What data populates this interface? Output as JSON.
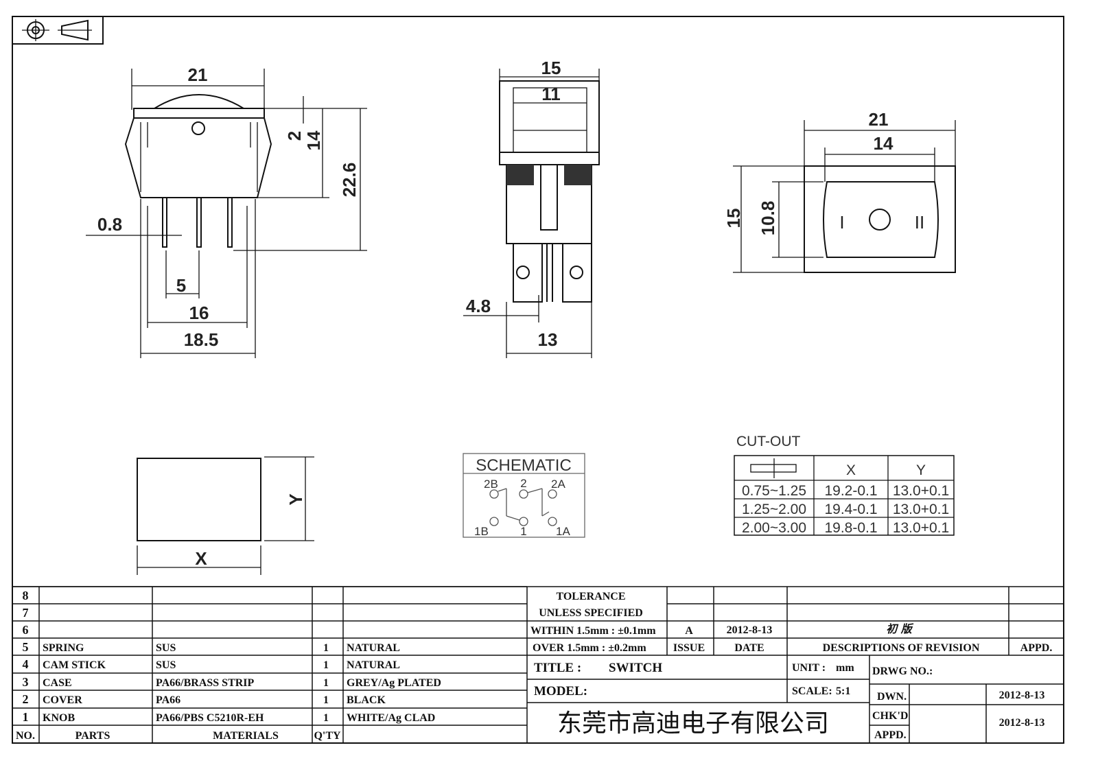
{
  "views": {
    "front": {
      "width_top": "21",
      "height_2": "2",
      "height_14": "14",
      "height_total": "22.6",
      "pin_thickness": "0.8",
      "pin_pitch": "5",
      "pin_span": "16",
      "base_width": "18.5"
    },
    "side": {
      "width_15": "15",
      "width_11": "11",
      "terminal_4_8": "4.8",
      "base_13": "13"
    },
    "top": {
      "width_21": "21",
      "width_14": "14",
      "height_15": "15",
      "height_10_8": "10.8",
      "symbol_off": "I",
      "symbol_on": "II"
    },
    "cutout_shape": {
      "x_label": "X",
      "y_label": "Y"
    }
  },
  "schematic": {
    "title": "SCHEMATIC",
    "terminals": [
      "2B",
      "2",
      "2A",
      "1B",
      "1",
      "1A"
    ]
  },
  "cutout": {
    "title": "CUT-OUT",
    "headers": [
      "X",
      "Y"
    ],
    "rows": [
      [
        "0.75~1.25",
        "19.2-0.1",
        "13.0+0.1"
      ],
      [
        "1.25~2.00",
        "19.4-0.1",
        "13.0+0.1"
      ],
      [
        "2.00~3.00",
        "19.8-0.1",
        "13.0+0.1"
      ]
    ]
  },
  "parts": {
    "headers": {
      "no": "NO.",
      "parts": "PARTS",
      "materials": "MATERIALS",
      "qty": "Q'TY"
    },
    "rows": [
      {
        "no": "8",
        "part": "",
        "material": "",
        "qty": "",
        "finish": ""
      },
      {
        "no": "7",
        "part": "",
        "material": "",
        "qty": "",
        "finish": ""
      },
      {
        "no": "6",
        "part": "",
        "material": "",
        "qty": "",
        "finish": ""
      },
      {
        "no": "5",
        "part": "SPRING",
        "material": "SUS",
        "qty": "1",
        "finish": "NATURAL"
      },
      {
        "no": "4",
        "part": "CAM STICK",
        "material": "SUS",
        "qty": "1",
        "finish": "NATURAL"
      },
      {
        "no": "3",
        "part": "CASE",
        "material": "PA66/BRASS STRIP",
        "qty": "1",
        "finish": "GREY/Ag PLATED"
      },
      {
        "no": "2",
        "part": "COVER",
        "material": "PA66",
        "qty": "1",
        "finish": "BLACK"
      },
      {
        "no": "1",
        "part": "KNOB",
        "material": "PA66/PBS C5210R-EH",
        "qty": "1",
        "finish": "WHITE/Ag CLAD"
      }
    ]
  },
  "title_block": {
    "tolerance_1": "TOLERANCE",
    "tolerance_2": "UNLESS  SPECIFIED",
    "within": "WITHIN 1.5mm : ±0.1mm",
    "over": "OVER 1.5mm : ±0.2mm",
    "issue_value": "A",
    "date_value": "2012-8-13",
    "revision_desc": "初  版",
    "issue_label": "ISSUE",
    "date_label": "DATE",
    "desc_label": "DESCRIPTIONS OF REVISION",
    "appd_label": "APPD.",
    "title_label": "TITLE :",
    "title_value": "SWITCH",
    "unit_label": "UNIT :",
    "unit_value": "mm",
    "drwg_label": "DRWG NO.:",
    "model_label": "MODEL:",
    "scale_label": "SCALE:",
    "scale_value": "5:1",
    "dwn_label": "DWN.",
    "dwn_date": "2012-8-13",
    "chkd_label": "CHK'D",
    "chkd_date": "2012-8-13",
    "appd2_label": "APPD.",
    "company": "东莞市高迪电子有限公司"
  }
}
